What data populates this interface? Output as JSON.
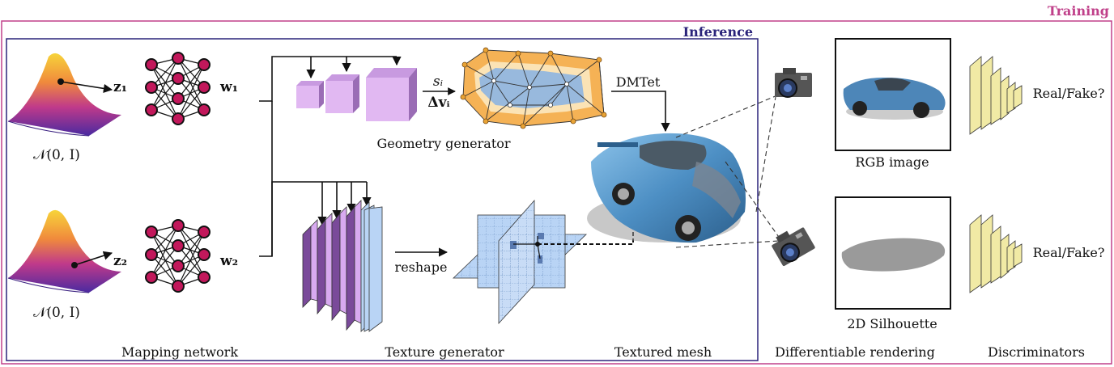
{
  "frame": {
    "training_label": "Training",
    "inference_label": "Inference",
    "training_color": "#c0408a",
    "inference_color": "#2a237a"
  },
  "latent": {
    "dist1": "𝒩(0, I)",
    "dist2": "𝒩(0, I)",
    "z1": "z₁",
    "z2": "z₂",
    "w1": "w₁",
    "w2": "w₂"
  },
  "geometry": {
    "si": "sᵢ",
    "dvi": "Δvᵢ",
    "label": "Geometry generator",
    "dmtet": "DMTet"
  },
  "texture": {
    "reshape": "reshape",
    "label": "Texture generator"
  },
  "outputs": {
    "rgb_label": "RGB image",
    "silhouette_label": "2D Silhouette",
    "real_fake_1": "Real/Fake?",
    "real_fake_2": "Real/Fake?"
  },
  "captions": {
    "mapping": "Mapping network",
    "texture_gen": "Texture generator",
    "textured_mesh": "Textured mesh",
    "diff_render": "Differentiable rendering",
    "discriminators": "Discriminators"
  },
  "colors": {
    "node": "#c2185b",
    "cube": "#e1b8f2",
    "plane": "#b9d4f5",
    "car": "#4d8fc4",
    "disc": "#f1eaa5"
  },
  "icons": [
    "gaussian-surface-icon",
    "neural-network-icon",
    "camera-icon",
    "car-icon",
    "discriminator-icon"
  ]
}
